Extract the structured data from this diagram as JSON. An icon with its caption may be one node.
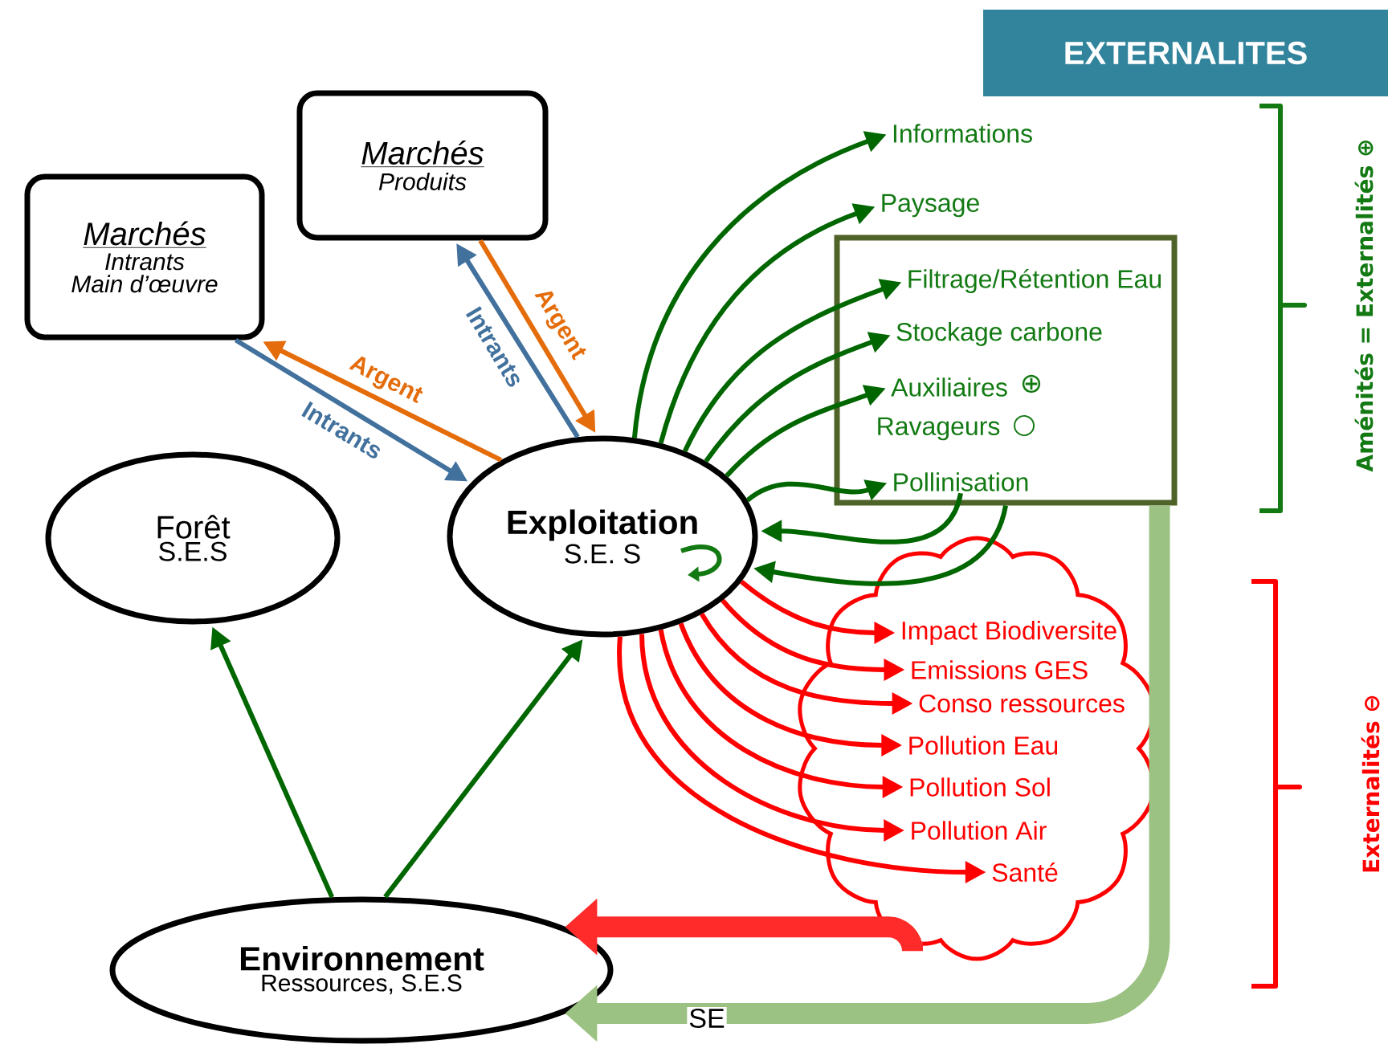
{
  "diagram": {
    "nodes": [
      {
        "text": [
          "Marchés",
          "Produits"
        ]
      },
      {
        "text": [
          "Marchés",
          "Intrants",
          "Main d’œuvre"
        ]
      },
      {
        "text": [
          "Forêt",
          "S.E.S"
        ]
      },
      {
        "text": [
          "Exploitation",
          "S.E. S"
        ]
      },
      {
        "text": [
          "Environnement",
          "Ressources, S.E.S"
        ]
      },
      {
        "text": [
          "EXTERNALITES"
        ]
      },
      {
        "text": [
          "Informations"
        ]
      },
      {
        "text": [
          "Paysage"
        ]
      },
      {
        "text": [],
        "shape": "box"
      },
      {
        "text": [
          "Filtrage/Rétention Eau"
        ],
        "in": 8
      },
      {
        "text": [
          "Stockage carbone"
        ],
        "in": 8
      },
      {
        "text": [
          "Auxiliaires"
        ],
        "in": 8,
        "beside": [
          "⊕"
        ]
      },
      {
        "text": [
          "Ravageurs"
        ],
        "in": 8,
        "beside": [
          "○"
        ]
      },
      {
        "text": [
          "Pollinisation"
        ],
        "in": 8
      },
      {
        "text": [],
        "shape": "cloud"
      },
      {
        "text": [
          "Impact Biodiversite"
        ],
        "in": 14
      },
      {
        "text": [
          "Emissions GES"
        ],
        "in": 14
      },
      {
        "text": [
          "Conso ressources"
        ],
        "in": 14
      },
      {
        "text": [
          "Pollution Eau"
        ],
        "in": 14
      },
      {
        "text": [
          "Pollution Sol"
        ],
        "in": 14
      },
      {
        "text": [
          "Pollution Air"
        ],
        "in": 14
      },
      {
        "text": [
          "Santé"
        ],
        "in": 14
      }
    ],
    "edges": [
      {
        "from": 1,
        "to": 3,
        "arrow": "to",
        "label": "Intrants",
        "color": "#41719c"
      },
      {
        "from": 3,
        "to": 1,
        "arrow": "to",
        "label": "Argent",
        "color": "#e46c0a"
      },
      {
        "from": 3,
        "to": 0,
        "arrow": "to",
        "label": "Intrants",
        "color": "#41719c"
      },
      {
        "from": 0,
        "to": 3,
        "arrow": "to",
        "label": "Argent",
        "color": "#e46c0a"
      },
      {
        "from": 4,
        "to": 2,
        "arrow": "to",
        "color": "#006600"
      },
      {
        "from": 4,
        "to": 3,
        "arrow": "to",
        "color": "#006600"
      },
      {
        "from": 3,
        "to": 6,
        "arrow": "to",
        "color": "#006600"
      },
      {
        "from": 3,
        "to": 7,
        "arrow": "to",
        "color": "#006600"
      },
      {
        "from": 3,
        "to": 9,
        "arrow": "to",
        "color": "#006600"
      },
      {
        "from": 3,
        "to": 10,
        "arrow": "to",
        "color": "#006600"
      },
      {
        "from": 3,
        "to": 11,
        "arrow": "to",
        "color": "#006600"
      },
      {
        "from": 3,
        "to": 13,
        "arrow": "to",
        "color": "#006600"
      },
      {
        "from": 13,
        "to": 3,
        "arrow": "to",
        "color": "#006600"
      },
      {
        "from": 8,
        "to": 3,
        "arrow": "to",
        "color": "#006600"
      },
      {
        "from": 3,
        "to": 15,
        "arrow": "to",
        "color": "#ff0000"
      },
      {
        "from": 3,
        "to": 16,
        "arrow": "to",
        "color": "#ff0000"
      },
      {
        "from": 3,
        "to": 17,
        "arrow": "to",
        "color": "#ff0000"
      },
      {
        "from": 3,
        "to": 18,
        "arrow": "to",
        "color": "#ff0000"
      },
      {
        "from": 3,
        "to": 19,
        "arrow": "to",
        "color": "#ff0000"
      },
      {
        "from": 3,
        "to": 20,
        "arrow": "to",
        "color": "#ff0000"
      },
      {
        "from": 3,
        "to": 21,
        "arrow": "to",
        "color": "#ff0000"
      },
      {
        "from": 8,
        "to": 4,
        "arrow": "to",
        "label": "SE",
        "style": "thick",
        "color": "#9cc283"
      },
      {
        "from": 14,
        "to": 4,
        "arrow": "to",
        "style": "thick",
        "color": "#ff2a2a"
      }
    ],
    "labels": [
      "Aménités = Externalités ⊕",
      "Externalités ⊖"
    ]
  }
}
